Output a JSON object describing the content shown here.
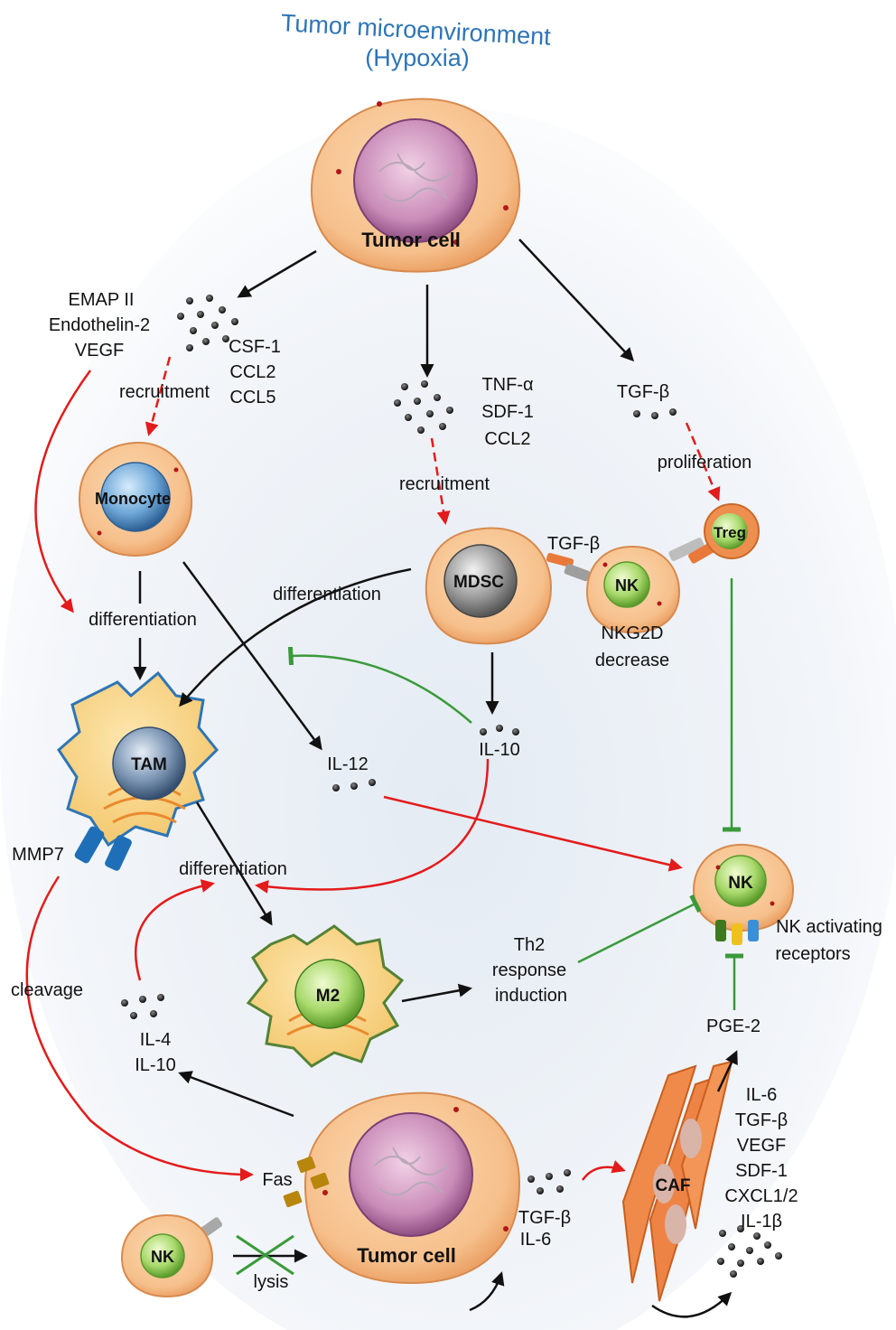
{
  "title": {
    "line1": "Tumor microenvironment",
    "line2": "(Hypoxia)"
  },
  "cells": {
    "tumor_top": "Tumor cell",
    "monocyte": "Monocyte",
    "mdsc": "MDSC",
    "nk_mdsc": "NK",
    "treg": "Treg",
    "tam": "TAM",
    "m2": "M2",
    "nk_right": "NK",
    "tumor_bottom": "Tumor cell",
    "nk_bottom": "NK",
    "caf": "CAF"
  },
  "labels": {
    "left_factors": [
      "EMAP II",
      "Endothelin-2",
      "VEGF"
    ],
    "monocyte_factors": [
      "CSF-1",
      "CCL2",
      "CCL5"
    ],
    "recruitment_left": "recruitment",
    "mdsc_factors": [
      "TNF-α",
      "SDF-1",
      "CCL2"
    ],
    "recruitment_center": "recruitment",
    "tgfb_top": "TGF-β",
    "proliferation": "proliferation",
    "tgfb_mdsc": "TGF-β",
    "nkg2d": [
      "NKG2D",
      "decrease"
    ],
    "differentiation_mdsc": "differentiation",
    "differentiation_left": "differentiation",
    "il12": "IL-12",
    "il10": "IL-10",
    "mmp7": "MMP7",
    "differentiation_m2": "differentiation",
    "cleavage": "cleavage",
    "il4_il10": [
      "IL-4",
      "IL-10"
    ],
    "th2": [
      "Th2",
      "response",
      "induction"
    ],
    "nk_receptors": [
      "NK activating",
      "receptors"
    ],
    "pge2": "PGE-2",
    "caf_factors": [
      "IL-6",
      "TGF-β",
      "VEGF",
      "SDF-1",
      "CXCL1/2",
      "IL-1β"
    ],
    "fas": "Fas",
    "tgfb_il6": [
      "TGF-β",
      "IL-6"
    ],
    "lysis": "lysis"
  }
}
